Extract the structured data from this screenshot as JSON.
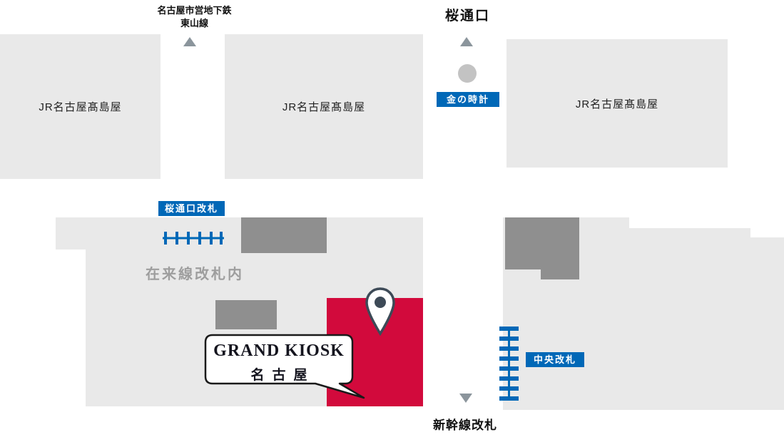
{
  "colors": {
    "area_gray": "#e9e9e9",
    "building_gray": "#8f8f8f",
    "accent_blue": "#0068b7",
    "kiosk_red": "#d20a3c",
    "arrow_gray": "#8b959c",
    "clock_gray": "#c3c3c3",
    "muted_gray": "#9e9e9e",
    "pin_outline": "#3d4a57",
    "bubble_border": "#1a1a1a"
  },
  "top": {
    "subway_line1": "名古屋市営地下鉄",
    "subway_line2": "東山線",
    "sakura_exit": "桜通口"
  },
  "buildings": [
    {
      "label": "JR名古屋髙島屋"
    },
    {
      "label": "JR名古屋髙島屋"
    },
    {
      "label": "JR名古屋髙島屋"
    }
  ],
  "badges": {
    "gold_clock": "金の時計",
    "sakura_gate": "桜通口改札",
    "central_gate": "中央改札"
  },
  "areas": {
    "conventional_inside": "在来線改札内"
  },
  "kiosk": {
    "name_en": "GRAND KIOSK",
    "name_jp": "名古屋"
  },
  "bottom": {
    "shinkansen_gate": "新幹線改札"
  }
}
